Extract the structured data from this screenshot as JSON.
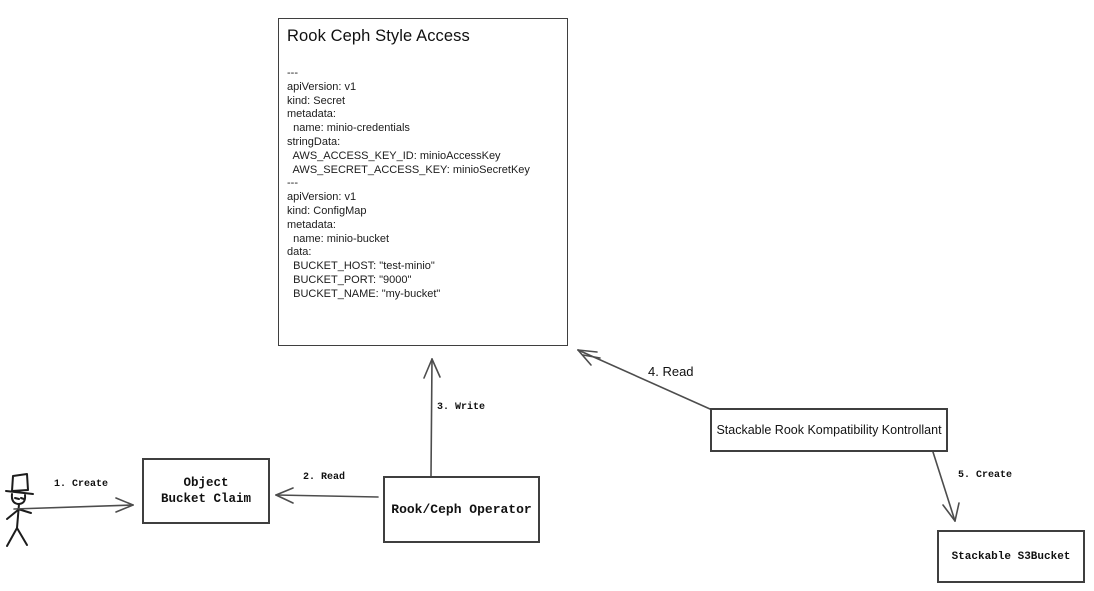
{
  "colors": {
    "background": "#ffffff",
    "line": "#4d4d4d",
    "text": "#141414"
  },
  "main_box": {
    "title": "Rook Ceph Style Access",
    "yaml_lines": [
      "---",
      "apiVersion: v1",
      "kind: Secret",
      "metadata:",
      "  name: minio-credentials",
      "stringData:",
      "  AWS_ACCESS_KEY_ID: minioAccessKey",
      "  AWS_SECRET_ACCESS_KEY: minioSecretKey",
      "---",
      "apiVersion: v1",
      "kind: ConfigMap",
      "metadata:",
      "  name: minio-bucket",
      "data:",
      "  BUCKET_HOST: \"test-minio\"",
      "  BUCKET_PORT: \"9000\"",
      "  BUCKET_NAME: \"my-bucket\""
    ]
  },
  "nodes": {
    "object_bucket_claim": "Object Bucket Claim",
    "rook_ceph_operator": "Rook/Ceph Operator",
    "stackable_controller": "Stackable Rook Kompatibility Kontrollant",
    "stackable_s3bucket": "Stackable S3Bucket"
  },
  "edges": {
    "create1": "1. Create",
    "read2": "2. Read",
    "write3": "3. Write",
    "read4": "4. Read",
    "create5": "5. Create"
  }
}
